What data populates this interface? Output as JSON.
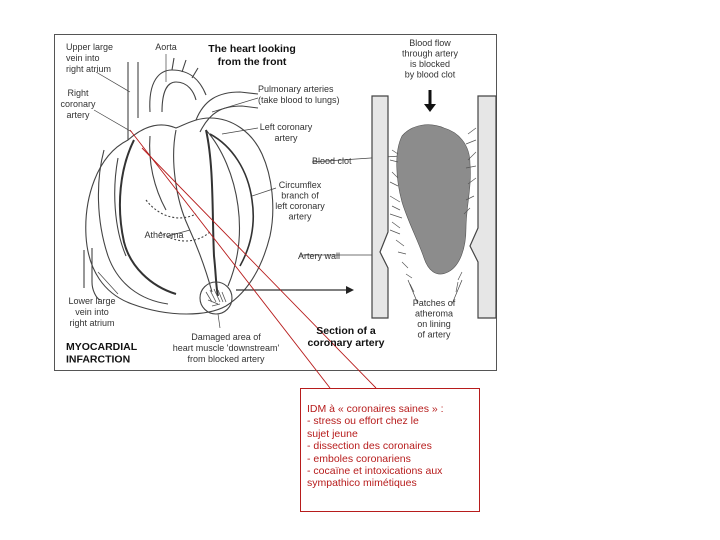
{
  "labels": {
    "upper_vein": [
      "Upper large",
      "vein into",
      "right atrium"
    ],
    "aorta": [
      "Aorta"
    ],
    "title": [
      "The heart looking",
      "from the front"
    ],
    "blood_flow": [
      "Blood flow",
      "through artery",
      "is blocked",
      "by blood clot"
    ],
    "right_coronary": [
      "Right",
      "coronary",
      "artery"
    ],
    "pulmonary": [
      "Pulmonary arteries",
      "(take blood to lungs)"
    ],
    "left_coronary": [
      "Left coronary",
      "artery"
    ],
    "blood_clot": [
      "Blood clot"
    ],
    "circumflex": [
      "Circumflex",
      "branch of",
      "left coronary",
      "artery"
    ],
    "atheroma": [
      "Atheroma"
    ],
    "artery_wall": [
      "Artery wall"
    ],
    "lower_vein": [
      "Lower large",
      "vein into",
      "right atrium"
    ],
    "patches": [
      "Patches of",
      "atheroma",
      "on lining",
      "of artery"
    ],
    "damaged": [
      "Damaged area of",
      "heart muscle 'downstream'",
      "from blocked artery"
    ],
    "section": [
      "Section of a",
      "coronary artery"
    ],
    "myocardial": [
      "MYOCARDIAL",
      "INFARCTION"
    ]
  },
  "note": {
    "lines": [
      "IDM à « coronaires saines » :",
      "- stress ou effort chez le",
      "sujet jeune",
      "- dissection des coronaires",
      "- emboles coronariens",
      "- cocaïne et intoxications aux",
      "sympathico mimétiques"
    ]
  },
  "colors": {
    "accent": "#b71c1c",
    "clot": "#8c8c8c",
    "ink": "#333333"
  }
}
